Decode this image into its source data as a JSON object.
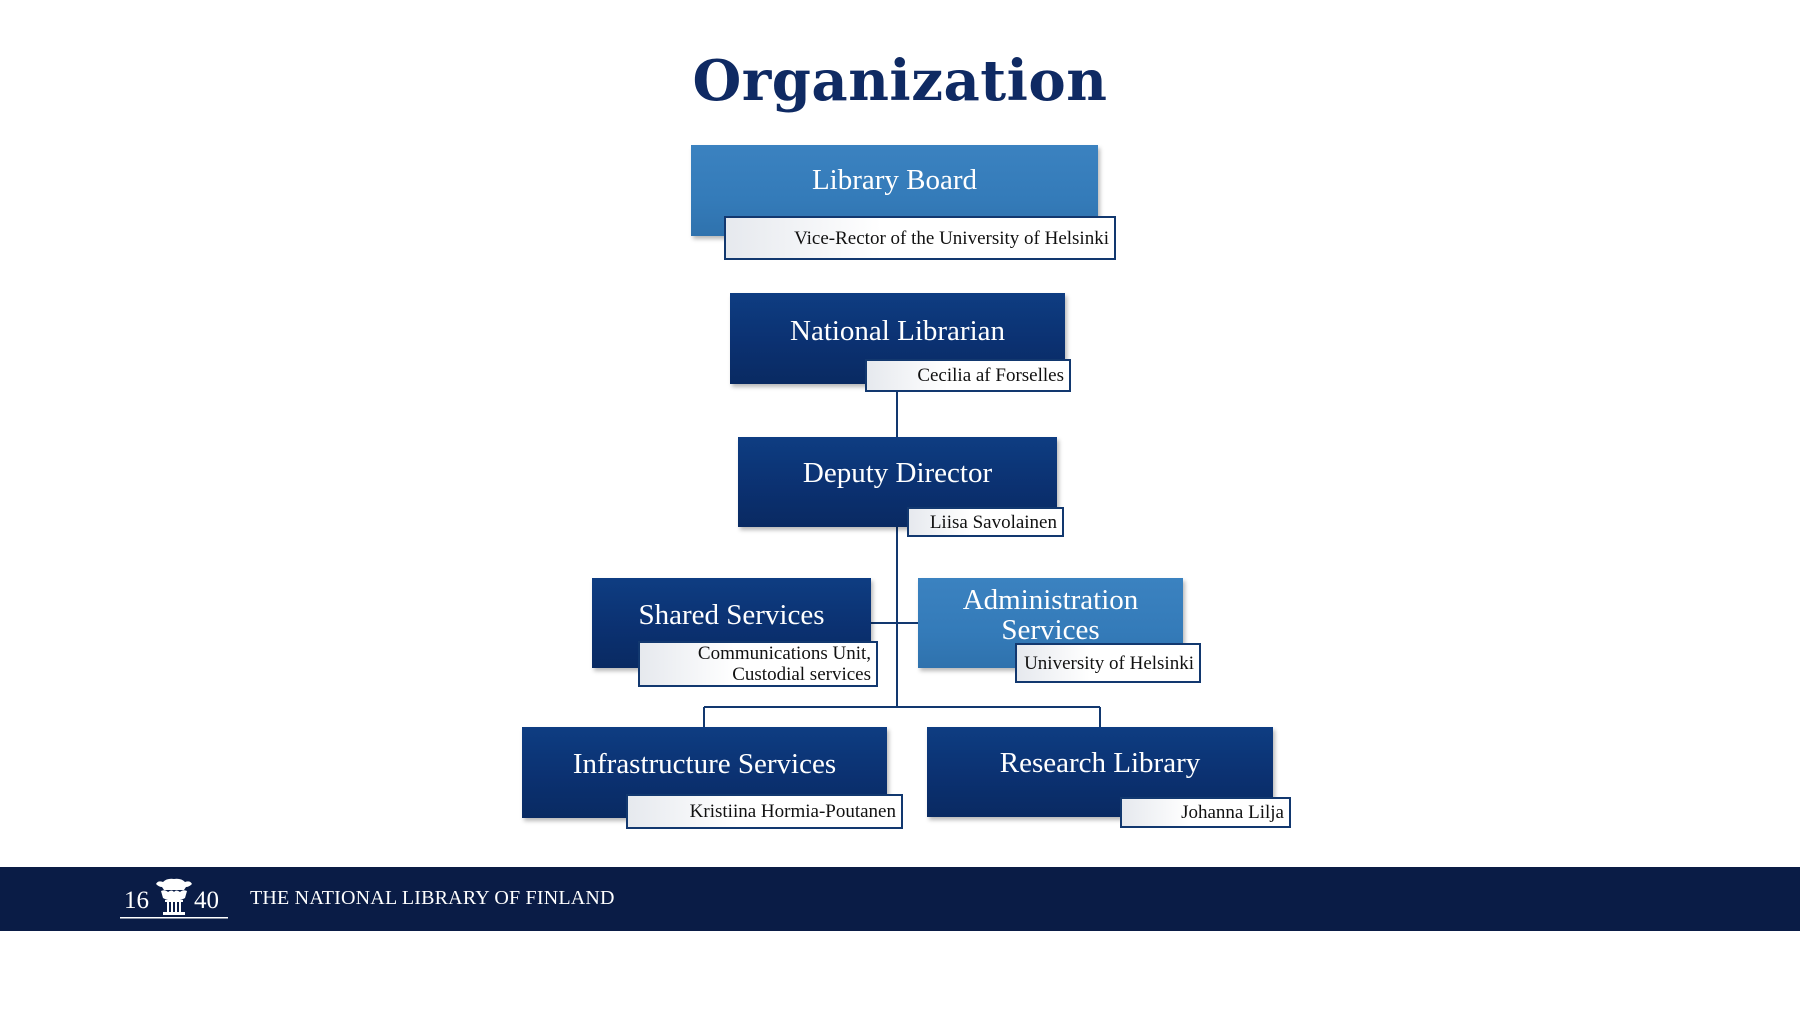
{
  "title": "Organization",
  "colors": {
    "dark_box": "#0b3171",
    "light_box": "#347bb9",
    "title": "#0f2a63",
    "footer": "#0a1c46",
    "connector": "#12386f"
  },
  "nodes": {
    "library_board": {
      "label": "Library Board",
      "sub": "Vice-Rector of  the University of Helsinki"
    },
    "national_librarian": {
      "label": "National Librarian",
      "sub": "Cecilia af Forselles"
    },
    "deputy_director": {
      "label": "Deputy Director",
      "sub": "Liisa Savolainen"
    },
    "shared_services": {
      "label": "Shared Services",
      "sub_line1": "Communications Unit,",
      "sub_line2": "Custodial services"
    },
    "administration_services": {
      "label_line1": "Administration",
      "label_line2": "Services",
      "sub": "University of Helsinki"
    },
    "infrastructure_services": {
      "label": "Infrastructure Services",
      "sub": "Kristiina Hormia-Poutanen"
    },
    "research_library": {
      "label": "Research Library",
      "sub": "Johanna Lilja"
    }
  },
  "footer": {
    "logo_left": "16",
    "logo_right": "40",
    "logo_icon": "corinthian-capital-icon",
    "org_name": "THE NATIONAL LIBRARY OF FINLAND"
  }
}
